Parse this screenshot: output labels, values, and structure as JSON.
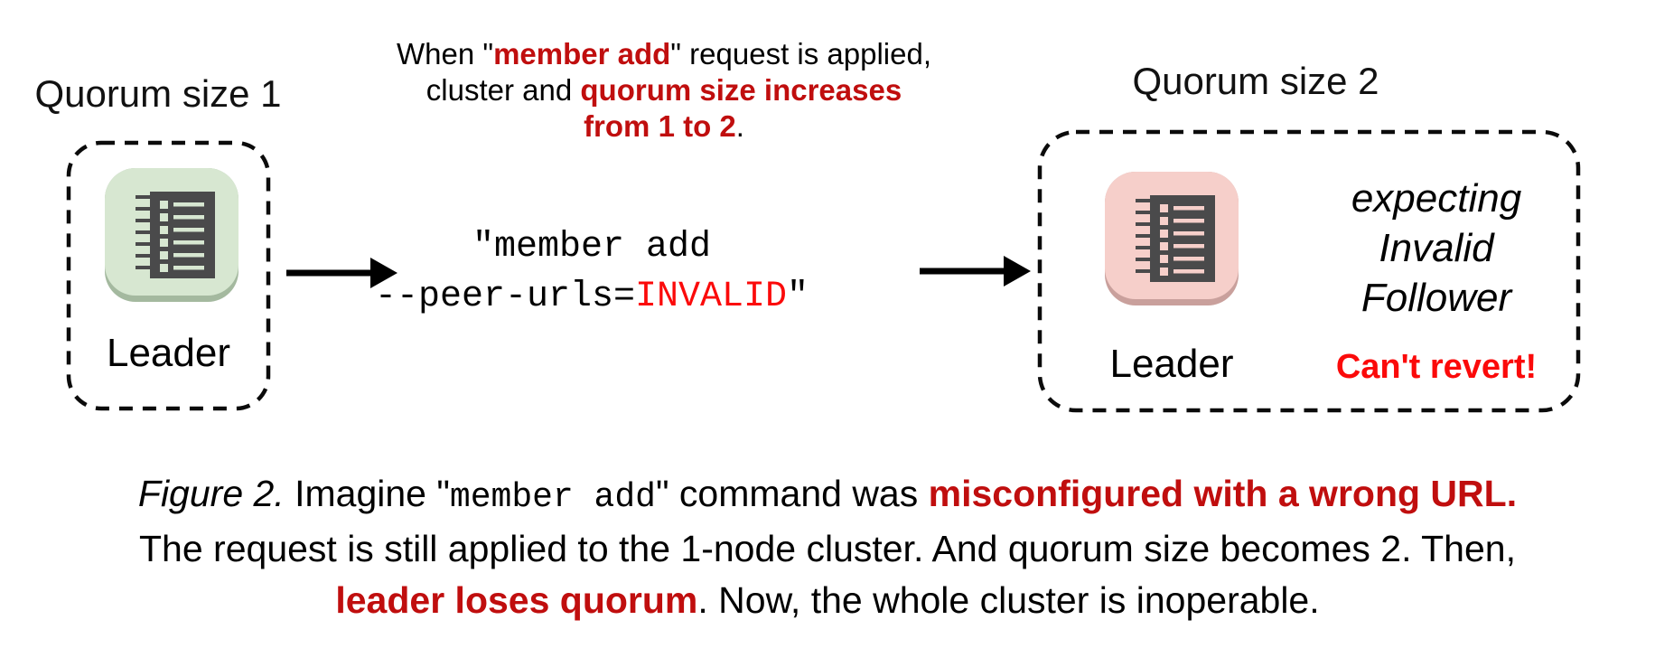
{
  "colors": {
    "dark_red": "#c00e0e",
    "bright_red": "#fb0a0a",
    "green_icon_bg": "#d7e7d1",
    "green_icon_shadow": "#a4b99f",
    "pink_icon_bg": "#f6cfca",
    "pink_icon_shadow": "#c9a09c",
    "icon_dark": "#4a4a4b",
    "text": "#000000"
  },
  "left_cluster": {
    "title": "Quorum size 1",
    "node_label": "Leader",
    "icon": "etcd-log-icon"
  },
  "right_cluster": {
    "title": "Quorum size 2",
    "node_label": "Leader",
    "note_line1": "expecting",
    "note_line2": "Invalid",
    "note_line3": "Follower",
    "warning": "Can't revert!"
  },
  "top_note": {
    "line1_pre": "When \"",
    "line1_em": "member add",
    "line1_post": "\" request is applied,",
    "line2_pre": "cluster and ",
    "line2_em": "quorum size increases",
    "line3_em": "from 1 to 2",
    "line3_post": "."
  },
  "command": {
    "line1": "\"member add",
    "line2_pre": "--peer-urls=",
    "line2_em": "INVALID",
    "line2_post": "\""
  },
  "caption": {
    "line1": {
      "fig": "Figure 2.",
      "pre": " Imagine \"",
      "cmd": "member add",
      "mid": "\" command was ",
      "em": "misconfigured with a wrong URL."
    },
    "line2": "The request is still applied to the 1-node cluster. And quorum size becomes 2. Then,",
    "line3": {
      "em": "leader loses quorum",
      "post": ". Now, the whole cluster is inoperable."
    }
  }
}
